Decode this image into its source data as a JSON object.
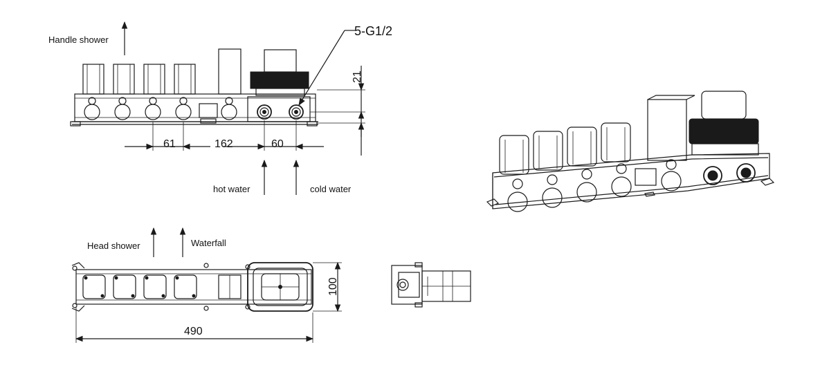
{
  "labels": {
    "handle_shower": "Handle shower",
    "head_shower": "Head shower",
    "waterfall": "Waterfall",
    "hot_water": "hot water",
    "cold_water": "cold water",
    "thread_callout": "5-G1/2"
  },
  "dimensions": {
    "d61": "61",
    "d162": "162",
    "d60": "60",
    "d21": "21",
    "d490": "490",
    "d100": "100"
  }
}
